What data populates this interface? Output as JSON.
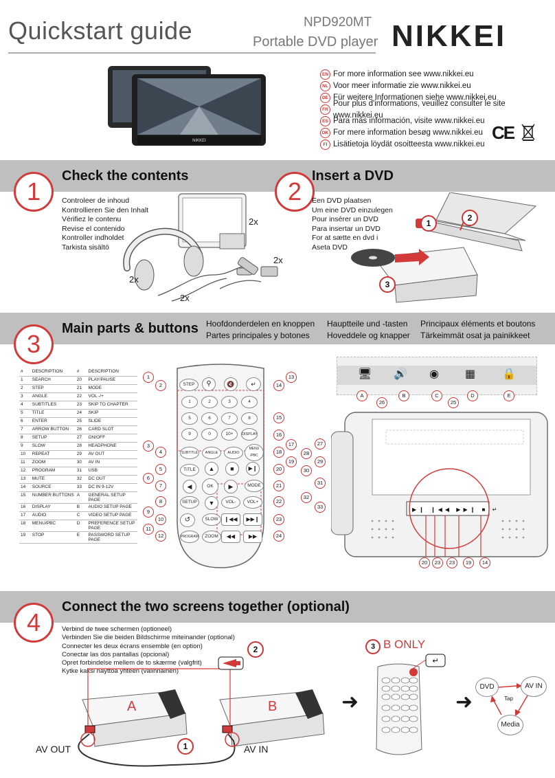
{
  "header": {
    "title": "Quickstart guide",
    "model": "NPD920MT",
    "subtitle": "Portable DVD player",
    "logo": "NIKKEI"
  },
  "info": [
    {
      "code": "EN",
      "text": "For more information see www.nikkei.eu"
    },
    {
      "code": "NL",
      "text": "Voor meer informatie zie www.nikkei.eu"
    },
    {
      "code": "DE",
      "text": "Für weitere Informationen siehe www.nikkei.eu"
    },
    {
      "code": "FR",
      "text": "Pour plus d'informations, veuillez consulter le site www.nikkei.eu"
    },
    {
      "code": "ES",
      "text": "Para más información, visite www.nikkei.eu"
    },
    {
      "code": "DK",
      "text": "For mere information besøg www.nikkei.eu"
    },
    {
      "code": "FI",
      "text": "Lisätietoja löydät osoitteesta www.nikkei.eu"
    }
  ],
  "marks": {
    "ce": "CE"
  },
  "section1": {
    "num": "1",
    "title": "Check the contents",
    "lines": [
      "Controleer de inhoud",
      "Kontrollieren Sie den Inhalt",
      "Vérifiez le contenu",
      "Revise el contenido",
      "Kontroller indholdet",
      "Tarkista sisältö"
    ],
    "counts": [
      "2x",
      "2x",
      "2x",
      "2x"
    ]
  },
  "section2": {
    "num": "2",
    "title": "Insert a DVD",
    "lines": [
      "Een DVD plaatsen",
      "Um eine DVD einzulegen",
      "Pour insérer un DVD",
      "Para insertar un DVD",
      "For at sætte en dvd i",
      "Aseta DVD"
    ],
    "steps": [
      "1",
      "2",
      "3"
    ]
  },
  "section3": {
    "num": "3",
    "title": "Main parts & buttons",
    "langs": [
      [
        "Hoofdonderdelen en knoppen",
        "Hauptteile und -tasten",
        "Principaux éléments et boutons"
      ],
      [
        "Partes principales y botones",
        "Hoveddele og knapper",
        "Tärkeimmät osat ja painikkeet"
      ]
    ],
    "table_headers": [
      "#",
      "DESCRIPTION",
      "#",
      "DESCRIPTION"
    ],
    "rows": [
      [
        "1",
        "SEARCH",
        "20",
        "PLAY/PAUSE"
      ],
      [
        "2",
        "STEP",
        "21",
        "MODE"
      ],
      [
        "3",
        "ANGLE",
        "22",
        "VOL -/+"
      ],
      [
        "4",
        "SUBTITLES",
        "23",
        "SKIP TO CHAPTER"
      ],
      [
        "5",
        "TITLE",
        "24",
        "SKIP"
      ],
      [
        "6",
        "ENTER",
        "25",
        "SLIDE"
      ],
      [
        "7",
        "ARROW BUTTON",
        "26",
        "CARD SLOT"
      ],
      [
        "8",
        "SETUP",
        "27",
        "ON/OFF"
      ],
      [
        "9",
        "SLOW",
        "28",
        "HEADPHONE"
      ],
      [
        "10",
        "REPEAT",
        "29",
        "AV OUT"
      ],
      [
        "11",
        "ZOOM",
        "30",
        "AV IN"
      ],
      [
        "12",
        "PROGRAM",
        "31",
        "USB"
      ],
      [
        "13",
        "MUTE",
        "32",
        "DC OUT"
      ],
      [
        "14",
        "SOURCE",
        "33",
        "DC IN 9-12V"
      ],
      [
        "15",
        "NUMBER BUTTONS",
        "A",
        "GENERAL SETUP PAGE"
      ],
      [
        "16",
        "DISPLAY",
        "B",
        "AUDIO SETUP PAGE"
      ],
      [
        "17",
        "AUDIO",
        "C",
        "VIDEO SETUP PAGE"
      ],
      [
        "18",
        "MENU/PBC",
        "D",
        "PREFERENCE SETUP PAGE"
      ],
      [
        "19",
        "STOP",
        "E",
        "PASSWORD SETUP PAGE"
      ]
    ],
    "remote_keys": {
      "step": "STEP",
      "numbers": [
        "1",
        "2",
        "3",
        "4",
        "5",
        "6",
        "7",
        "8",
        "9",
        "0",
        "10+"
      ],
      "display": "DISPLAY",
      "subtitle": "SUBTITLE",
      "angle": "ANGLE",
      "audio": "AUDIO",
      "menu": "MENU /PBC",
      "title": "TITLE",
      "ok": "OK",
      "mode": "MODE",
      "setup": "SETUP",
      "slow": "SLOW",
      "program": "PROGRAM",
      "zoom": "ZOOM",
      "vol_minus": "VOL-",
      "vol_plus": "VOL+"
    },
    "remote_callouts_left": [
      "1",
      "2",
      "3",
      "4",
      "5",
      "6",
      "7",
      "8",
      "9",
      "10",
      "11",
      "12"
    ],
    "remote_callouts_right": [
      "13",
      "14",
      "15",
      "16",
      "17",
      "18",
      "19",
      "20",
      "21",
      "22",
      "23",
      "24"
    ],
    "setup_letters": [
      "A",
      "B",
      "C",
      "D",
      "E"
    ],
    "device_top_callouts": [
      "26",
      "25"
    ],
    "device_side_callouts": [
      "27",
      "28",
      "29",
      "30",
      "31",
      "32",
      "33"
    ],
    "device_bottom_callouts": [
      "20",
      "23",
      "23",
      "19",
      "14"
    ]
  },
  "section4": {
    "num": "4",
    "title": "Connect the two screens together (optional)",
    "lines": [
      "Verbind de twee schermen (optioneel)",
      "Verbinden Sie die beiden Bildschirme miteinander (optional)",
      "Connecter les deux écrans ensemble (en option)",
      "Conectar las dos pantallas (opcional)",
      "Opret forbindelse mellem de to skærme (valgfrit)",
      "Kytke kaksi näyttöä yhteen (valinnainen)"
    ],
    "screen_a": "A",
    "screen_b": "B",
    "av_out": "AV OUT",
    "av_in": "AV IN",
    "step1": "1",
    "step2": "2",
    "step3": "3",
    "b_only": "B ONLY",
    "flow": {
      "dvd": "DVD",
      "avin": "AV IN",
      "media": "Media",
      "tap": "Tap"
    }
  }
}
